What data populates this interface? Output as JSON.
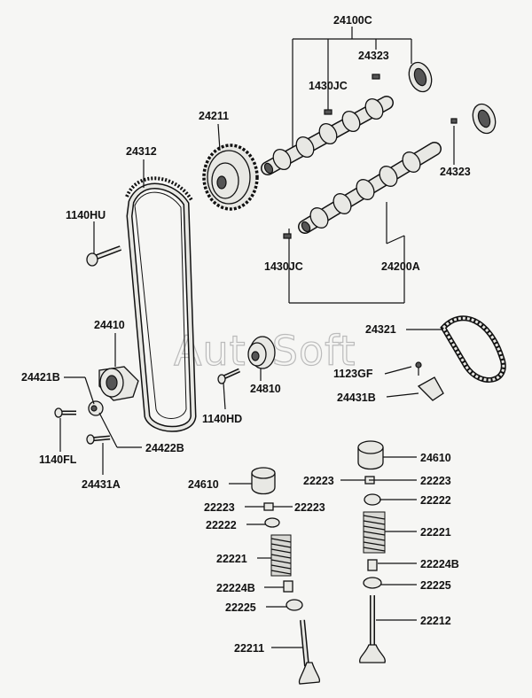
{
  "watermark": "AutoSoft",
  "labels": {
    "l24100C": "24100C",
    "l24323a": "24323",
    "l1430JCa": "1430JC",
    "l24211": "24211",
    "l24312": "24312",
    "l1140HU": "1140HU",
    "l24323b": "24323",
    "l1430JCb": "1430JC",
    "l24200A": "24200A",
    "l24410": "24410",
    "l24321": "24321",
    "l24421B": "24421B",
    "l1123GF": "1123GF",
    "l24810": "24810",
    "l24431Ba": "24431B",
    "l1140HD": "1140HD",
    "l1140FL": "1140FL",
    "l24422B": "24422B",
    "l24431A": "24431A",
    "l24610a": "24610",
    "l24610b": "24610",
    "l22223a": "22223",
    "l22223b": "22223",
    "l22223c": "22223",
    "l22223d": "22223",
    "l22222a": "22222",
    "l22222b": "22222",
    "l22221a": "22221",
    "l22221b": "22221",
    "l22224Ba": "22224B",
    "l22224Bb": "22224B",
    "l22225a": "22225",
    "l22225b": "22225",
    "l22212": "22212",
    "l22211": "22211"
  }
}
